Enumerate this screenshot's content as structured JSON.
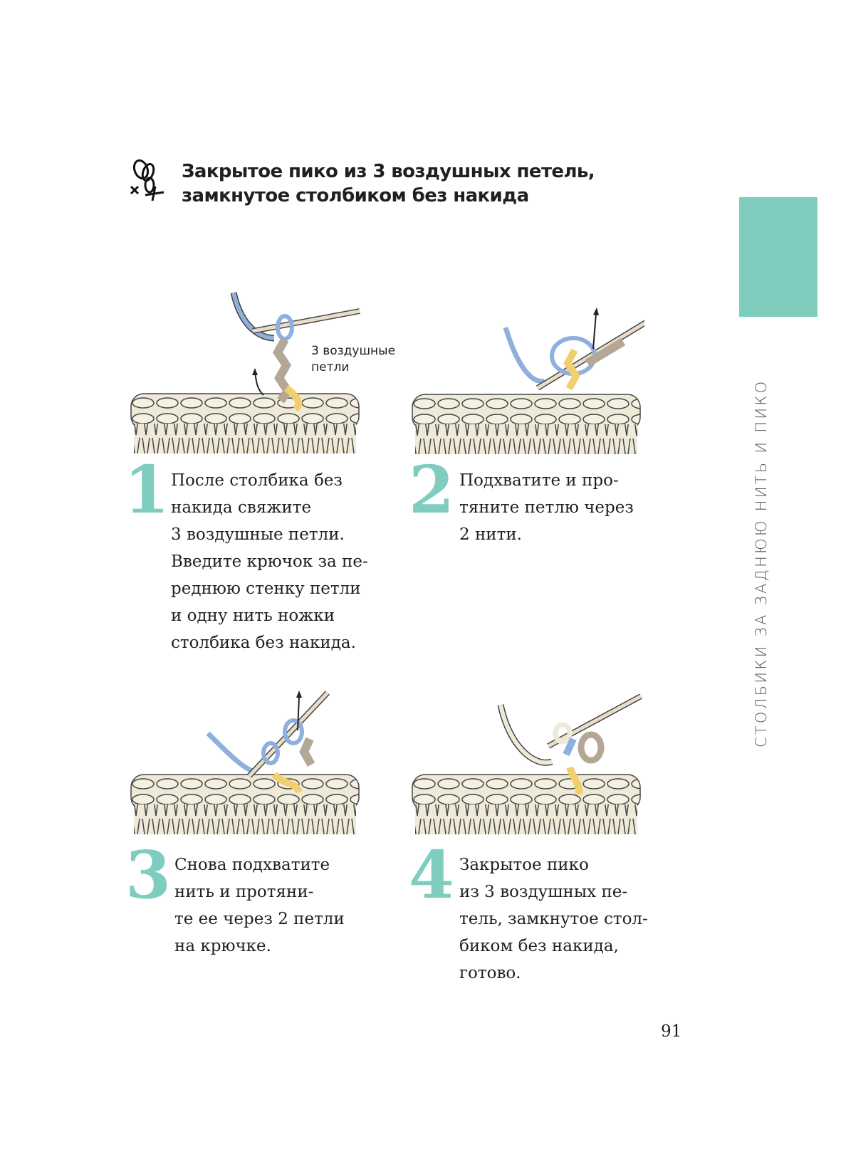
{
  "title": {
    "lines": [
      "Закрытое пико из 3 воздушных петель,",
      "замкнутое столбиком без накида"
    ],
    "icon": "pico-chart-symbol-icon"
  },
  "section_tab": {
    "label": "СТОЛБИКИ ЗА ЗАДНЮЮ НИТЬ И ПИКО",
    "color": "#7fcdbf"
  },
  "steps": [
    {
      "number": "1",
      "lines": [
        "После столбика без",
        "накида свяжите",
        "3 воздушные петли.",
        "Введите крючок за пе-",
        "реднюю стенку петли",
        "и одну нить ножки",
        "столбика без накида."
      ],
      "illustration_label": [
        "3 воздушные",
        "петли"
      ]
    },
    {
      "number": "2",
      "lines": [
        "Подхватите и про-",
        "тяните петлю через",
        "2 нити."
      ]
    },
    {
      "number": "3",
      "lines": [
        "Снова подхватите",
        "нить и протяни-",
        "те ее через 2 петли",
        "на крючке."
      ]
    },
    {
      "number": "4",
      "lines": [
        "Закрытое пико",
        "из 3 воздушных пе-",
        "тель, замкнутое стол-",
        "биком без накида,",
        "готово."
      ]
    }
  ],
  "page_number": "91",
  "colors": {
    "accent": "#7fcdbf",
    "yarn_blue": "#8fb0dc",
    "yarn_yellow": "#f2cf6e",
    "yarn_taupe": "#b5a796",
    "fabric": "#efead8"
  }
}
